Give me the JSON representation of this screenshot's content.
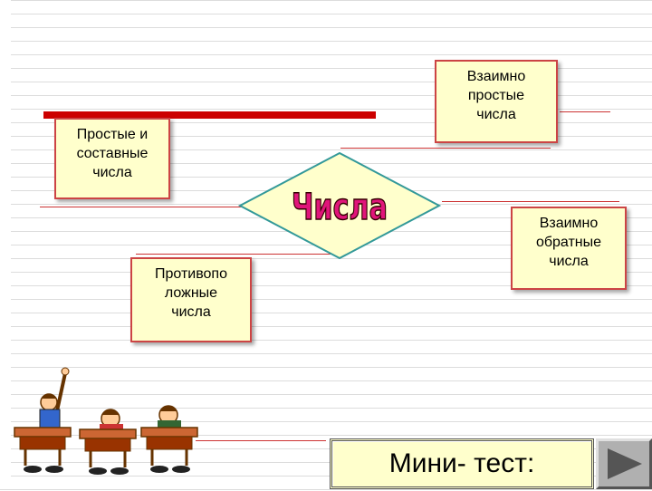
{
  "center": {
    "title": "Числа"
  },
  "boxes": {
    "prime_composite": [
      "Простые и",
      "составные",
      "числа"
    ],
    "coprime": [
      "Взаимно",
      "простые",
      "числа"
    ],
    "reciprocal": [
      "Взаимно",
      "обратные",
      "числа"
    ],
    "opposite": [
      "Противопо",
      "ложные",
      "числа"
    ]
  },
  "footer": {
    "mini_test_label": "Мини- тест:"
  },
  "icons": {
    "next": "play-triangle-icon",
    "students": "students-at-desks-icon"
  },
  "colors": {
    "box_fill": "#ffffcc",
    "box_border": "#cc4444",
    "accent_red": "#cc0000",
    "center_fill": "#ffffcc",
    "center_border": "#339999",
    "title_fill": "#e0157a",
    "title_outline": "#330000"
  }
}
